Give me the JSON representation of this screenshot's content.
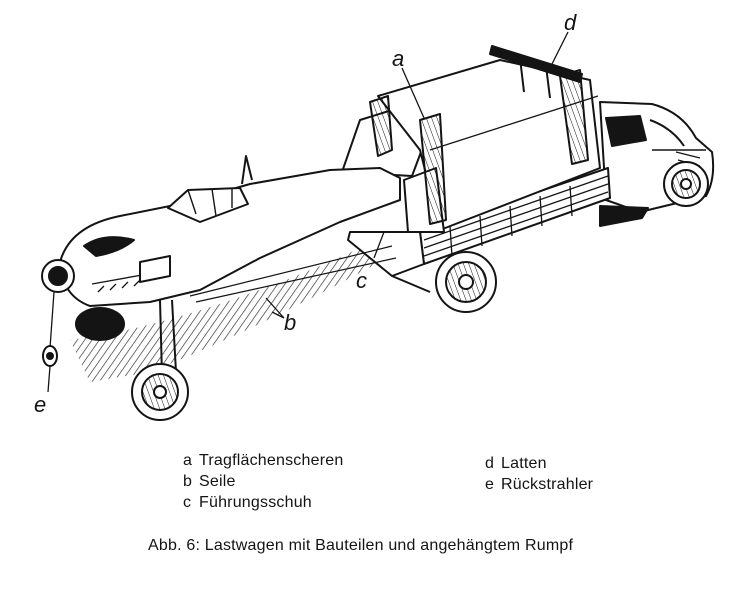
{
  "diagram": {
    "callouts": {
      "a": "a",
      "b": "b",
      "c": "c",
      "d": "d",
      "e": "e"
    },
    "legend": [
      {
        "key": "a",
        "label": "Tragflächenscheren"
      },
      {
        "key": "b",
        "label": "Seile"
      },
      {
        "key": "c",
        "label": "Führungsschuh"
      },
      {
        "key": "d",
        "label": "Latten"
      },
      {
        "key": "e",
        "label": "Rückstrahler"
      }
    ],
    "caption": "Abb. 6: Lastwagen mit Bauteilen und angehängtem Rumpf"
  },
  "colors": {
    "ink": "#141414",
    "paper": "#ffffff"
  }
}
